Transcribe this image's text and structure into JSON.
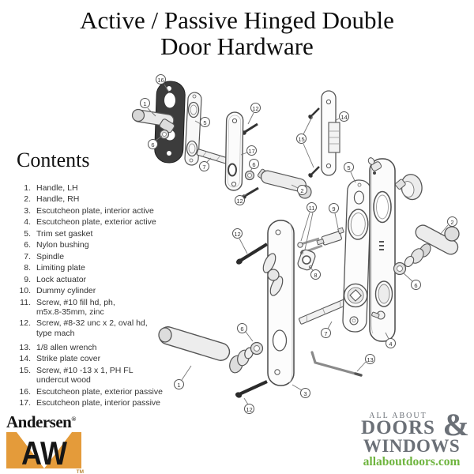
{
  "title": "Active / Passive Hinged Double\nDoor Hardware",
  "contents": {
    "heading": "Contents",
    "items": [
      {
        "n": "1.",
        "text": "Handle, LH"
      },
      {
        "n": "2.",
        "text": "Handle, RH"
      },
      {
        "n": "3.",
        "text": "Escutcheon plate, interior active"
      },
      {
        "n": "4.",
        "text": "Escutcheon plate, exterior active"
      },
      {
        "n": "5.",
        "text": "Trim set gasket"
      },
      {
        "n": "6.",
        "text": "Nylon bushing"
      },
      {
        "n": "7.",
        "text": "Spindle"
      },
      {
        "n": "8.",
        "text": "Limiting plate"
      },
      {
        "n": "9.",
        "text": "Lock actuator"
      },
      {
        "n": "10.",
        "text": "Dummy cylinder"
      },
      {
        "n": "11.",
        "text": "Screw, #10 fill hd, ph,\nm5x.8-35mm, zinc"
      },
      {
        "n": "12.",
        "text": "Screw, #8-32 unc x 2, oval hd,\ntype mach"
      },
      {
        "n": "13.",
        "text": "1/8 allen wrench"
      },
      {
        "n": "14.",
        "text": "Strike plate cover"
      },
      {
        "n": "15.",
        "text": "Screw, #10 -13 x 1, PH FL\nundercut wood"
      },
      {
        "n": "16.",
        "text": "Escutcheon plate, exterior passive"
      },
      {
        "n": "17.",
        "text": "Escutcheon plate, interior passive"
      }
    ]
  },
  "diagram": {
    "callouts": [
      "16",
      "1",
      "6",
      "5",
      "7",
      "12",
      "17",
      "6",
      "2",
      "12",
      "14",
      "15",
      "5",
      "12",
      "11",
      "9",
      "8",
      "7",
      "2",
      "6",
      "4",
      "3",
      "13",
      "1",
      "6",
      "12"
    ]
  },
  "branding": {
    "andersen": {
      "name": "Andersen",
      "reg": "®",
      "mark": "AW",
      "tm": "TM",
      "orange": "#E49B3A"
    },
    "aad": {
      "line1": "ALL ABOUT",
      "amp": "&",
      "line2": "DOORS",
      "line3": "WINDOWS",
      "url": "allaboutdoors.com",
      "gray": "#6B7077",
      "green": "#6EB43E"
    }
  }
}
